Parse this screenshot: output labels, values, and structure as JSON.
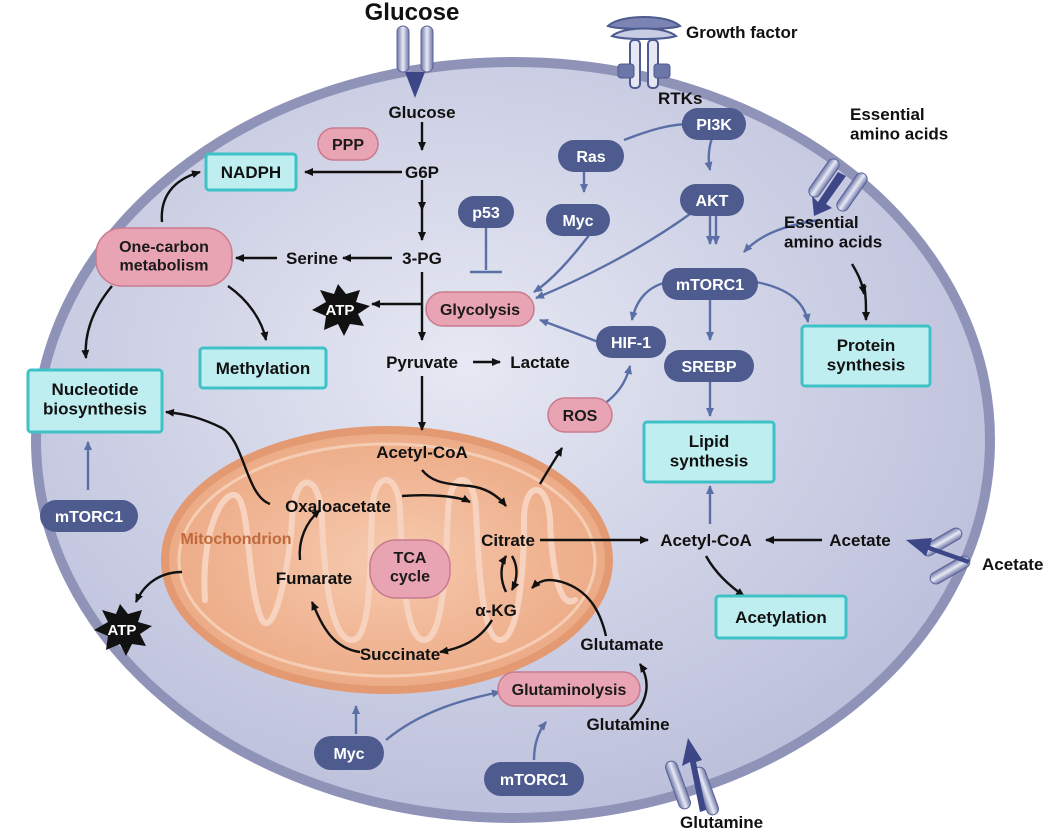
{
  "diagram": {
    "labels": {
      "glucose_outside": "Glucose",
      "growth_factor": "Growth factor",
      "rtks": "RTKs",
      "essential_aa_outside": "Essential\namino acids",
      "essential_aa_inside": "Essential\namino acids",
      "acetate_outside": "Acetate",
      "glutamine_outside": "Glutamine",
      "glucose": "Glucose",
      "g6p": "G6P",
      "three_pg": "3-PG",
      "serine": "Serine",
      "pyruvate": "Pyruvate",
      "lactate": "Lactate",
      "acetyl_coa_mito": "Acetyl-CoA",
      "oxaloacetate": "Oxaloacetate",
      "citrate": "Citrate",
      "fumarate": "Fumarate",
      "akg": "α-KG",
      "succinate": "Succinate",
      "glutamate": "Glutamate",
      "glutamine": "Glutamine",
      "acetyl_coa_cyto": "Acetyl-CoA",
      "acetate": "Acetate",
      "mitochondrion": "Mitochondrion"
    },
    "blue_nodes": {
      "ras": "Ras",
      "pi3k": "PI3K",
      "myc_top": "Myc",
      "akt": "AKT",
      "p53": "p53",
      "mtorc1_center": "mTORC1",
      "hif1": "HIF-1",
      "srebp": "SREBP",
      "mtorc1_left": "mTORC1",
      "myc_bottom": "Myc",
      "mtorc1_bottom": "mTORC1"
    },
    "pink_nodes": {
      "ppp": "PPP",
      "one_carbon": "One-carbon\nmetabolism",
      "glycolysis": "Glycolysis",
      "ros": "ROS",
      "tca_cycle": "TCA\ncycle",
      "glutaminolysis": "Glutaminolysis"
    },
    "cyan_nodes": {
      "nadph": "NADPH",
      "methylation": "Methylation",
      "nucleotide": "Nucleotide\nbiosynthesis",
      "protein_synthesis": "Protein\nsynthesis",
      "lipid_synthesis": "Lipid\nsynthesis",
      "acetylation": "Acetylation"
    },
    "atp": {
      "atp_cyto": "ATP",
      "atp_mito": "ATP"
    },
    "colors": {
      "cell": "#c9cde4",
      "cell_border": "#8f93b8",
      "blue_node": "#4e5b8f",
      "pink_node": "#e9a4b3",
      "cyan_node": "#bfeef0",
      "cyan_border": "#3fc2c6",
      "mito": "#f0b493",
      "mito_border": "#e08a5f",
      "signal_arrow": "#5a6fa6"
    }
  }
}
